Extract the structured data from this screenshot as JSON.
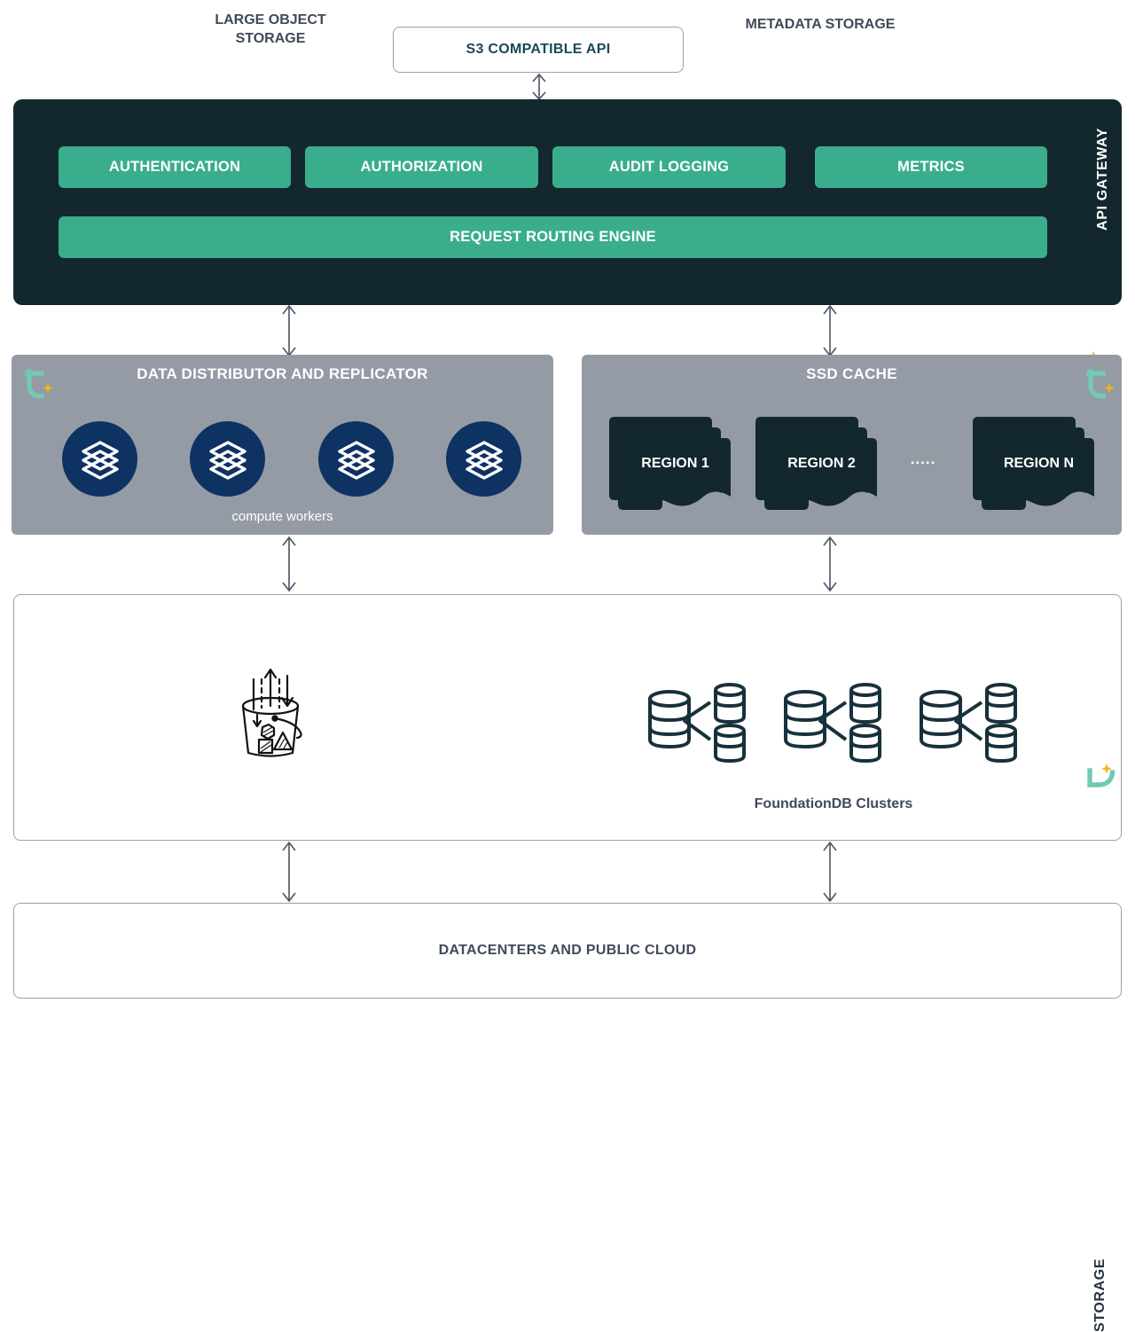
{
  "diagram": {
    "title": "Object storage platform architecture",
    "colors": {
      "green": "#3aae8c",
      "dark_navy": "#13272f",
      "panel_gray": "#959ba5",
      "worker_blue": "#0e3262",
      "text_slate": "#3f4a5a",
      "api_text": "#19485c",
      "logo_teal": "#72c9b4",
      "logo_gold": "#f2b417"
    }
  },
  "api": {
    "label": "S3 COMPATIBLE API"
  },
  "api_gateway": {
    "side_label": "API GATEWAY",
    "logo_name": "brand-logo",
    "pills": [
      {
        "label": "AUTHENTICATION"
      },
      {
        "label": "AUTHORIZATION"
      },
      {
        "label": "AUDIT LOGGING"
      },
      {
        "label": "METRICS"
      }
    ],
    "routing": {
      "label": "REQUEST ROUTING ENGINE"
    }
  },
  "distributor": {
    "title": "DATA DISTRIBUTOR AND REPLICATOR",
    "caption": "compute workers",
    "workers": [
      {
        "name": "compute-worker-1",
        "icon": "layers-icon"
      },
      {
        "name": "compute-worker-2",
        "icon": "layers-icon"
      },
      {
        "name": "compute-worker-3",
        "icon": "layers-icon"
      },
      {
        "name": "compute-worker-4",
        "icon": "layers-icon"
      }
    ]
  },
  "ssd_cache": {
    "title": "SSD CACHE",
    "ellipsis": ".....",
    "regions": [
      {
        "label": "REGION 1"
      },
      {
        "label": "REGION 2"
      },
      {
        "label": "REGION N"
      }
    ]
  },
  "storage": {
    "side_label": "STORAGE",
    "large_object": {
      "title_line_1": "LARGE OBJECT",
      "title_line_2": "STORAGE",
      "icon": "bucket-icon"
    },
    "metadata": {
      "title": "METADATA STORAGE",
      "caption": "FoundationDB Clusters",
      "clusters": [
        {
          "name": "fdb-cluster-1",
          "icon": "database-cluster-icon"
        },
        {
          "name": "fdb-cluster-2",
          "icon": "database-cluster-icon"
        },
        {
          "name": "fdb-cluster-3",
          "icon": "database-cluster-icon"
        }
      ]
    }
  },
  "infrastructure": {
    "label": "DATACENTERS AND PUBLIC CLOUD"
  }
}
